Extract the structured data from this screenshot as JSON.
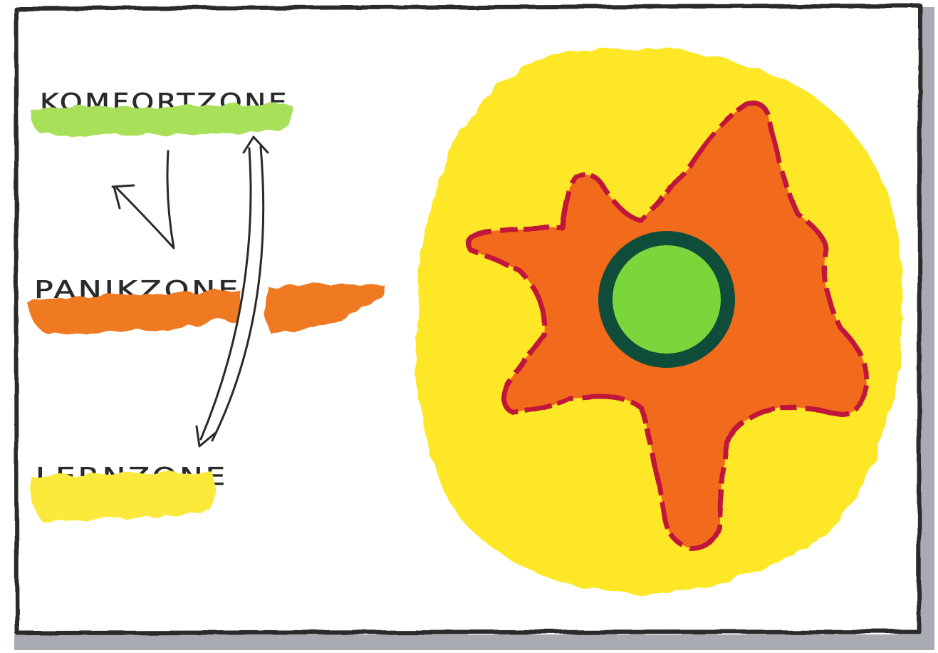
{
  "zones": [
    {
      "id": "comfort",
      "label": "KOMFORTZONE",
      "color": "#a8e05a"
    },
    {
      "id": "panic",
      "label": "PANIKZONE",
      "color": "#f07a22"
    },
    {
      "id": "learning",
      "label": "LERNZONE",
      "color": "#fbea3a"
    }
  ],
  "illustration": {
    "outer_color": "#fde725",
    "star_color": "#f26b1d",
    "star_outline_color": "#c0183a",
    "core_color": "#7ad63a",
    "core_ring_color": "#0f4d3a"
  },
  "frame": {
    "border_color": "#2b2b2b",
    "shadow_color": "#a9abb3"
  }
}
